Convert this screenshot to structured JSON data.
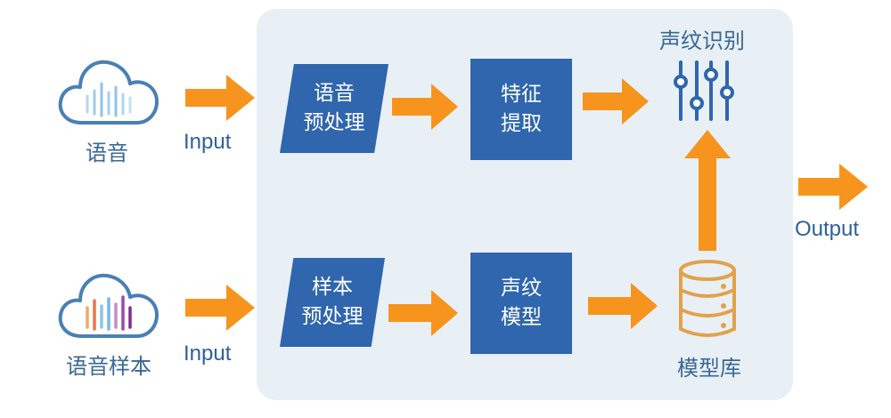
{
  "inputs": {
    "top": {
      "label": "语音",
      "arrow_label": "Input"
    },
    "bottom": {
      "label": "语音样本",
      "arrow_label": "Input"
    }
  },
  "nodes": {
    "speech_preprocess": {
      "line1": "语音",
      "line2": "预处理"
    },
    "feature_extract": {
      "line1": "特征",
      "line2": "提取"
    },
    "sample_preprocess": {
      "line1": "样本",
      "line2": "预处理"
    },
    "voiceprint_model": {
      "line1": "声纹",
      "line2": "模型"
    }
  },
  "outputs": {
    "recognition_label": "声纹识别",
    "model_library_label": "模型库",
    "output_label": "Output"
  },
  "colors": {
    "panel": "#e8f0f6",
    "box": "#2f66ad",
    "arrow": "#f7941d",
    "text": "#3a6795",
    "cloud_outline": "#4a7fb5"
  },
  "icons": [
    "cloud-icon",
    "sound-wave-icon",
    "equalizer-icon",
    "database-icon"
  ]
}
